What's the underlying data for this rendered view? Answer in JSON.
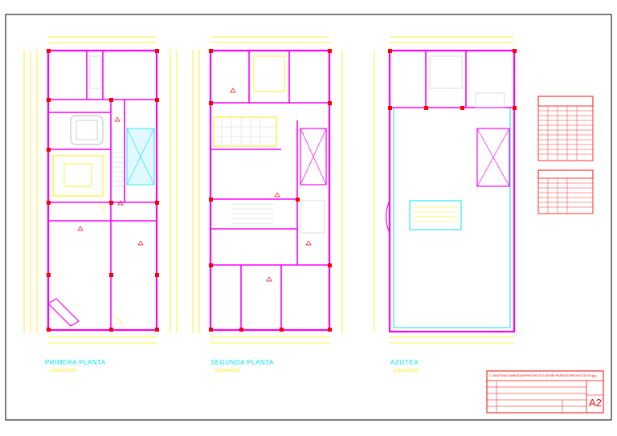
{
  "plans": [
    {
      "title": "PRIMERA PLANTA",
      "scale": "ESCALA 1/50"
    },
    {
      "title": "SEGUNDA PLANTA",
      "scale": "ESCALA 1/50"
    },
    {
      "title": "AZOTEA",
      "scale": "ESCALA 1/50"
    }
  ],
  "sheet": {
    "path_label": "C:\\ANTONIO AMBODAR\\PROYECTO GENRI PAREDE\\PROYECTA 03.jpg",
    "sheet_number": "A2"
  },
  "colors": {
    "background": "#ffffff",
    "frame": "#000000",
    "walls": "#ff00ff",
    "dimensions": "#ffeb00",
    "text": "#00e5ff",
    "rooms": "#00ff00",
    "titleblock": "#ff0000"
  }
}
